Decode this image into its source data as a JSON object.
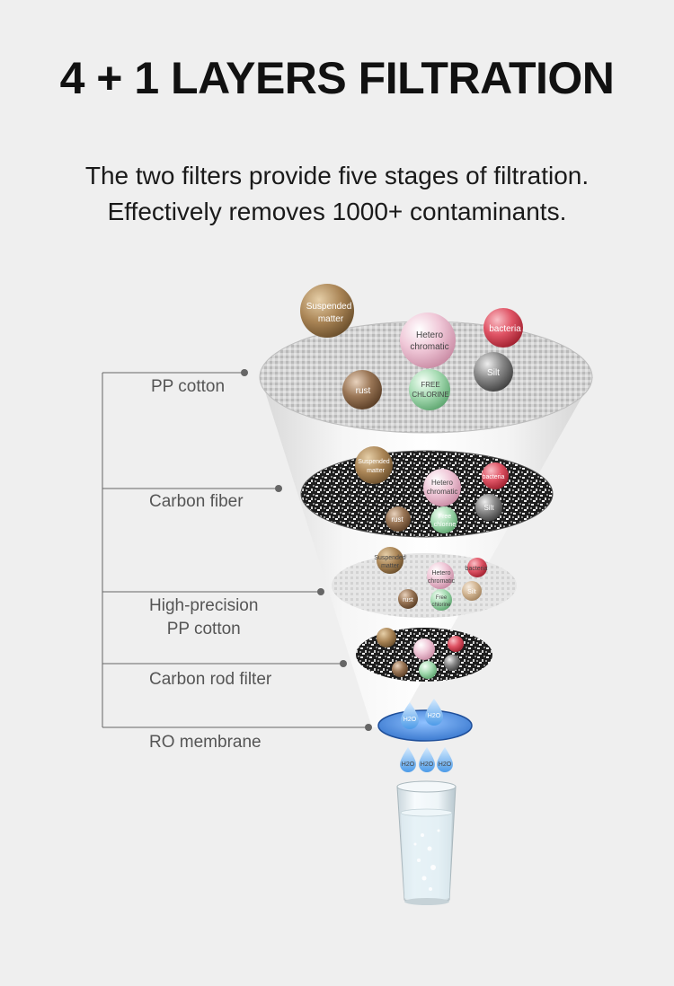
{
  "header": {
    "title": "4 + 1 LAYERS FILTRATION",
    "subtitle_line1": "The two filters provide five stages of filtration.",
    "subtitle_line2": "Effectively removes 1000+ contaminants."
  },
  "layers": [
    {
      "id": "pp-cotton",
      "label": "PP cotton"
    },
    {
      "id": "carbon-fiber",
      "label": "Carbon fiber"
    },
    {
      "id": "high-precision-pp",
      "label_line1": "High-precision",
      "label_line2": "PP cotton"
    },
    {
      "id": "carbon-rod",
      "label": "Carbon rod filter"
    },
    {
      "id": "ro-membrane",
      "label": "RO membrane"
    }
  ],
  "contaminants": {
    "suspended_1": "Suspended",
    "suspended_2": "matter",
    "hetero_1": "Hetero",
    "hetero_2": "chromatic",
    "bacteria": "bacteria",
    "silt": "Silt",
    "rust": "rust",
    "chlorine_1": "FREE",
    "chlorine_2": "CHLORINE",
    "chlorine_small_1": "Free",
    "chlorine_small_2": "chlorine"
  },
  "water": {
    "h2o": "H2O"
  },
  "colors": {
    "suspended": "#9c7a4e",
    "hetero": "#e8b4c8",
    "bacteria": "#d9475a",
    "silt": "#6f6f6f",
    "rust": "#8a6a4e",
    "chlorine": "#8fcf9f",
    "ro_membrane": "#3f7fd6"
  }
}
